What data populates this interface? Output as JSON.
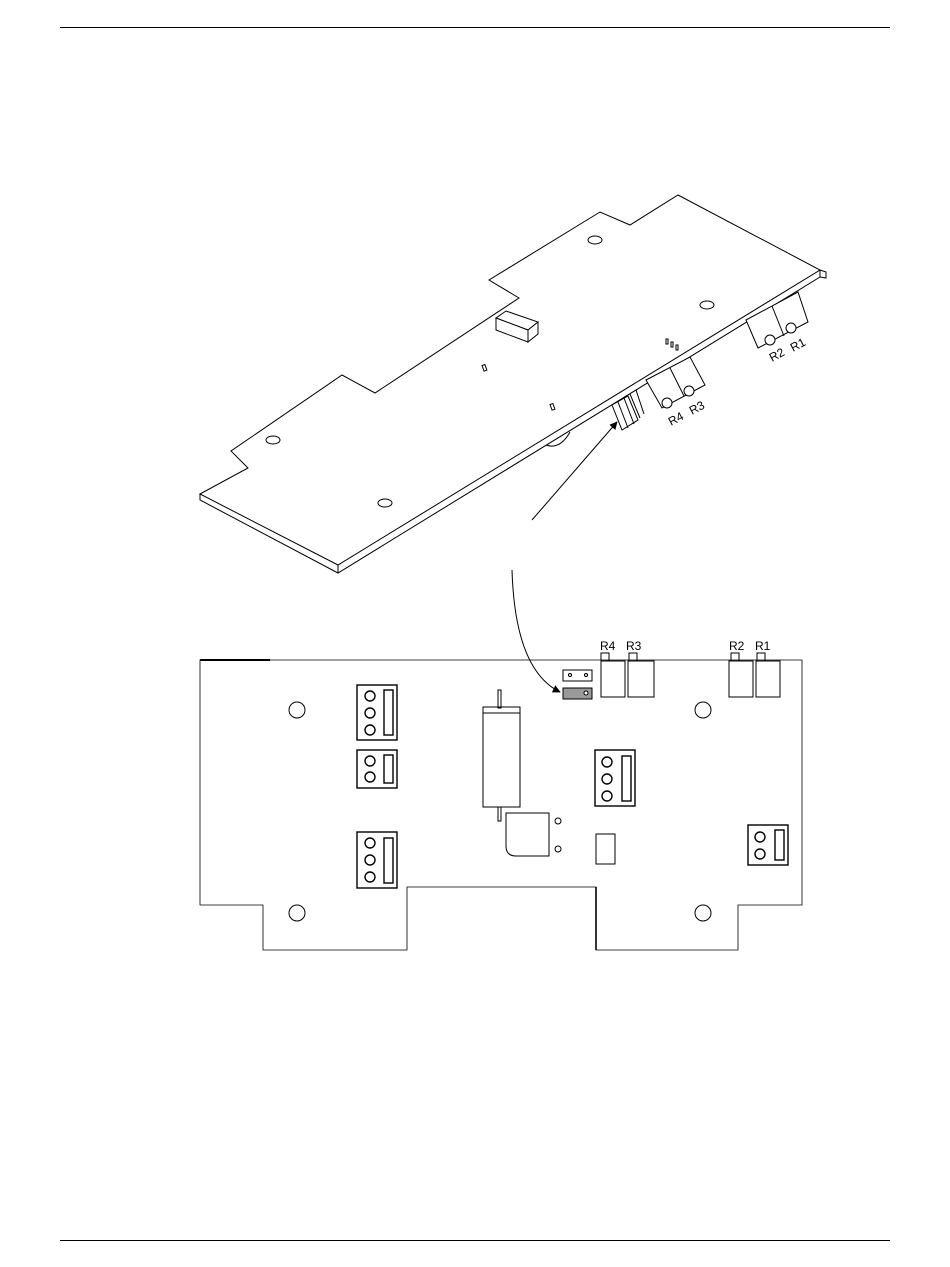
{
  "page": {
    "colors": {
      "line": "#000000",
      "jumper_fill": "#9a9a9a",
      "background": "#ffffff"
    }
  },
  "isometric_view": {
    "labels": [
      "R1",
      "R2",
      "R3",
      "R4"
    ]
  },
  "plan_view": {
    "labels": [
      "R4",
      "R3",
      "R2",
      "R1"
    ]
  }
}
